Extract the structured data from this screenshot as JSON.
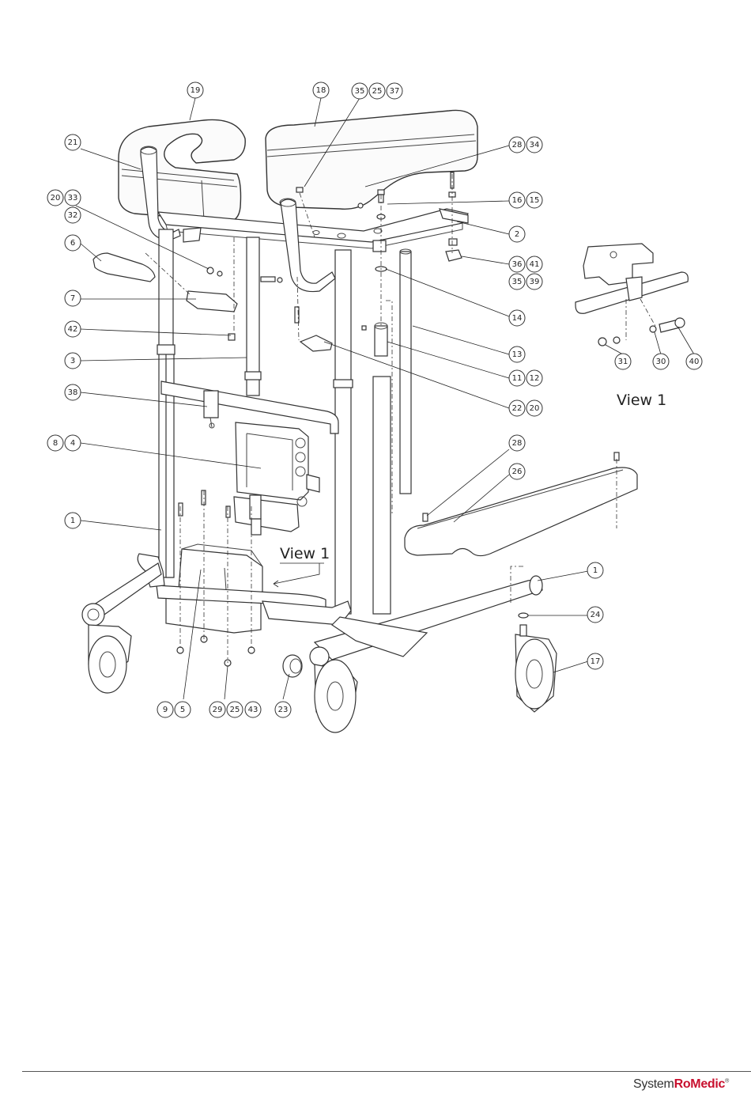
{
  "callouts": [
    {
      "label": "19"
    },
    {
      "label": "18"
    },
    {
      "label": "35"
    },
    {
      "label": "25"
    },
    {
      "label": "37"
    },
    {
      "label": "21"
    },
    {
      "label": "28"
    },
    {
      "label": "34"
    },
    {
      "label": "20"
    },
    {
      "label": "33"
    },
    {
      "label": "32"
    },
    {
      "label": "16"
    },
    {
      "label": "15"
    },
    {
      "label": "2"
    },
    {
      "label": "6"
    },
    {
      "label": "36"
    },
    {
      "label": "41"
    },
    {
      "label": "35"
    },
    {
      "label": "39"
    },
    {
      "label": "7"
    },
    {
      "label": "14"
    },
    {
      "label": "42"
    },
    {
      "label": "13"
    },
    {
      "label": "3"
    },
    {
      "label": "11"
    },
    {
      "label": "12"
    },
    {
      "label": "38"
    },
    {
      "label": "22"
    },
    {
      "label": "20"
    },
    {
      "label": "8"
    },
    {
      "label": "4"
    },
    {
      "label": "28"
    },
    {
      "label": "26"
    },
    {
      "label": "1"
    },
    {
      "label": "1"
    },
    {
      "label": "24"
    },
    {
      "label": "17"
    },
    {
      "label": "9"
    },
    {
      "label": "5"
    },
    {
      "label": "29"
    },
    {
      "label": "25"
    },
    {
      "label": "43"
    },
    {
      "label": "23"
    },
    {
      "label": "31"
    },
    {
      "label": "30"
    },
    {
      "label": "40"
    }
  ],
  "view_labels": {
    "main": "View 1",
    "detail": "View 1"
  },
  "brand": {
    "part1": "System",
    "part2": "RoMedic",
    "mark": "®"
  },
  "colors": {
    "line": "#333333",
    "brand_red": "#c8102e",
    "background": "#ffffff"
  }
}
